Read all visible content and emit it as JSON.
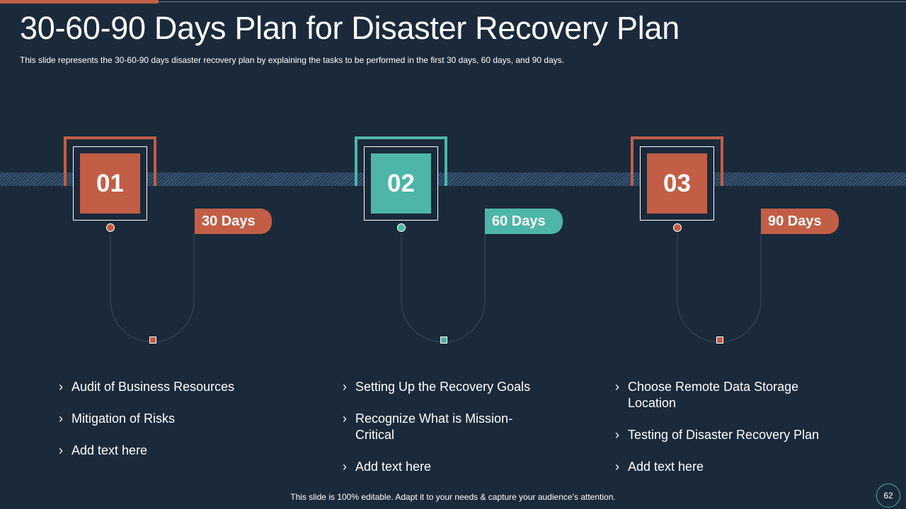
{
  "slide": {
    "title": "30-60-90 Days Plan for Disaster Recovery Plan",
    "subtitle": "This slide represents the 30-60-90  days disaster recovery  plan  by explaining the tasks to be performed  in the first 30 days, 60 days, and 90 days.",
    "footer": "This slide is 100% editable. Adapt it to your needs & capture your audience’s attention.",
    "page_number": "62"
  },
  "colors": {
    "background": "#1b2a3b",
    "orange": "#c25e45",
    "teal": "#4db6a8"
  },
  "phases": [
    {
      "number": "01",
      "days": "30 Days",
      "color": "#c25e45",
      "items": [
        "Audit of Business Resources",
        "Mitigation of Risks",
        "Add text here"
      ]
    },
    {
      "number": "02",
      "days": "60 Days",
      "color": "#4db6a8",
      "items": [
        "Setting Up the Recovery Goals",
        "Recognize What is Mission-Critical",
        "Add text here"
      ]
    },
    {
      "number": "03",
      "days": "90 Days",
      "color": "#c25e45",
      "items": [
        "Choose Remote Data Storage Location",
        "Testing of Disaster Recovery Plan",
        "Add text here"
      ]
    }
  ]
}
